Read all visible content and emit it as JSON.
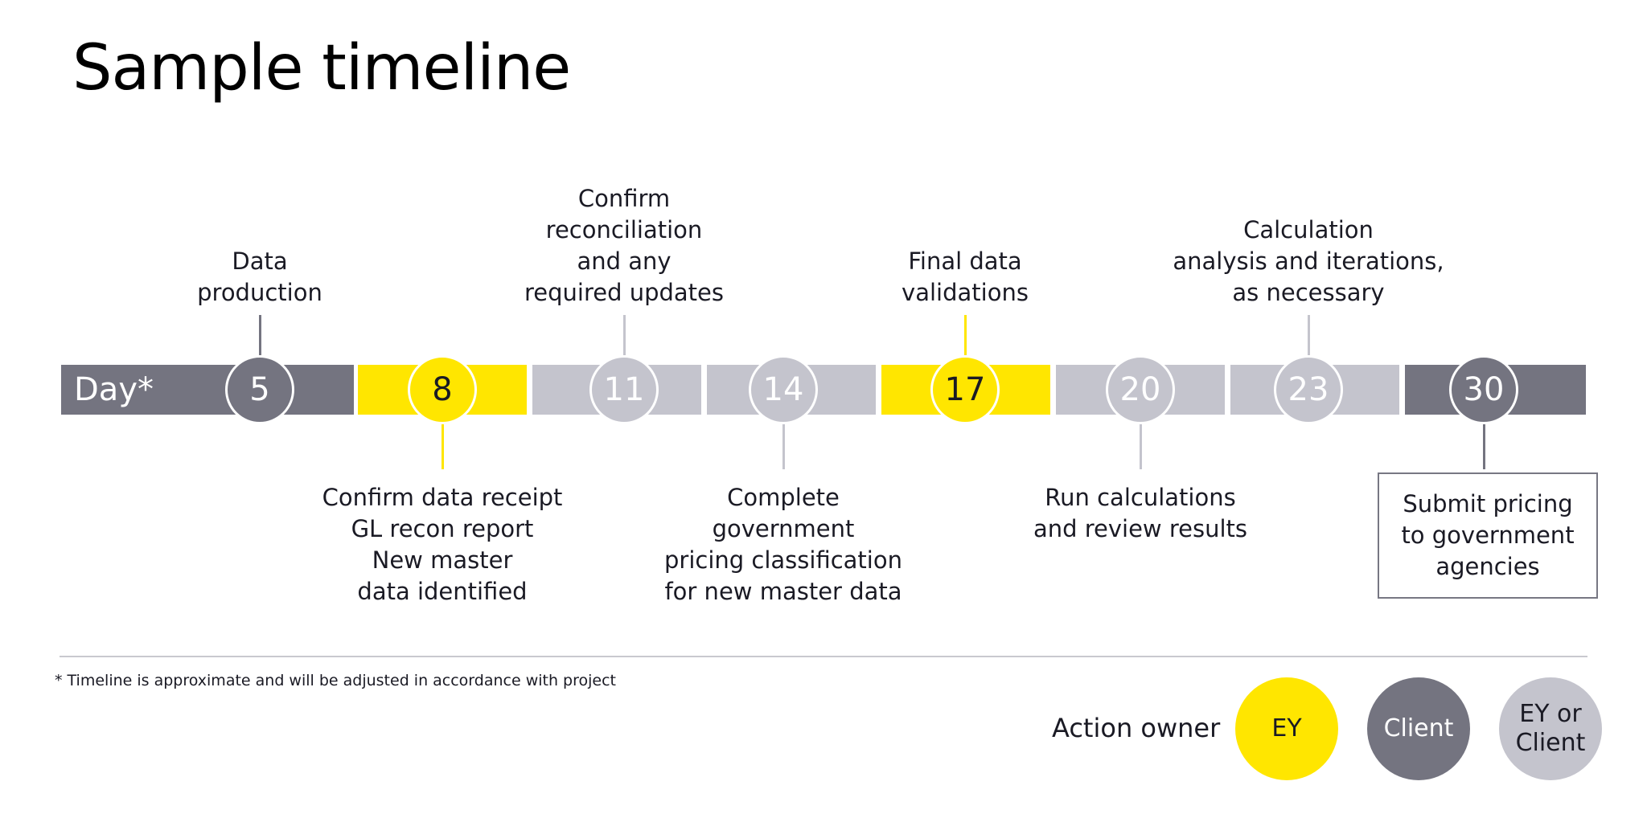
{
  "title": "Sample timeline",
  "day_label": "Day*",
  "colors": {
    "ey": "#ffe600",
    "client": "#747480",
    "either": "#c4c4cd",
    "text_dark": "#1a1a24",
    "text_light": "#ffffff"
  },
  "steps": [
    {
      "day": "5",
      "owner": "client",
      "label": "Data\nproduction",
      "position": "above"
    },
    {
      "day": "8",
      "owner": "ey",
      "label": "Confirm data receipt\nGL recon report\nNew master\ndata identified",
      "position": "below"
    },
    {
      "day": "11",
      "owner": "either",
      "label": "Confirm\nreconciliation\nand any\nrequired updates",
      "position": "above"
    },
    {
      "day": "14",
      "owner": "either",
      "label": "Complete\ngovernment\npricing classification\nfor new master data",
      "position": "below"
    },
    {
      "day": "17",
      "owner": "ey",
      "label": "Final data\nvalidations",
      "position": "above"
    },
    {
      "day": "20",
      "owner": "either",
      "label": "Run calculations\nand review results",
      "position": "below"
    },
    {
      "day": "23",
      "owner": "either",
      "label": "Calculation\nanalysis and iterations,\nas necessary",
      "position": "above"
    },
    {
      "day": "30",
      "owner": "client",
      "label": "Submit pricing\nto government\nagencies",
      "position": "below"
    }
  ],
  "footnote": "* Timeline is approximate and will be adjusted in accordance with project",
  "legend": {
    "title": "Action owner",
    "items": [
      {
        "key": "ey",
        "label": "EY"
      },
      {
        "key": "client",
        "label": "Client"
      },
      {
        "key": "either",
        "label": "EY or\nClient"
      }
    ]
  }
}
